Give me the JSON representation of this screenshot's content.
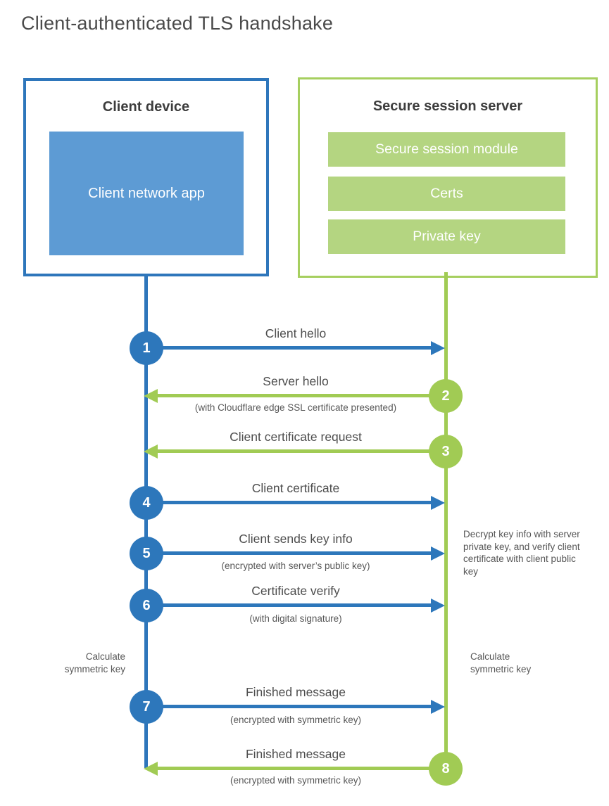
{
  "title": "Client-authenticated TLS handshake",
  "colors": {
    "blue_primary": "#2d77bb",
    "blue_fill": "#5d9bd4",
    "green_primary": "#a1cb54",
    "green_fill": "#b4d581",
    "green_border": "#a6cf5f",
    "text_dark": "#3d3d3d",
    "text_gray": "#4d4d4d"
  },
  "client": {
    "title": "Client device",
    "app_label": "Client network app"
  },
  "server": {
    "title": "Secure session server",
    "modules": [
      "Secure session module",
      "Certs",
      "Private key"
    ]
  },
  "steps": [
    {
      "num": "1",
      "actor": "client",
      "direction": "to-server",
      "label": "Client hello",
      "sub": ""
    },
    {
      "num": "2",
      "actor": "server",
      "direction": "to-client",
      "label": "Server hello",
      "sub": "(with Cloudflare edge SSL certificate presented)"
    },
    {
      "num": "3",
      "actor": "server",
      "direction": "to-client",
      "label": "Client certificate request",
      "sub": ""
    },
    {
      "num": "4",
      "actor": "client",
      "direction": "to-server",
      "label": "Client certificate",
      "sub": ""
    },
    {
      "num": "5",
      "actor": "client",
      "direction": "to-server",
      "label": "Client sends key info",
      "sub": "(encrypted with server’s public key)"
    },
    {
      "num": "6",
      "actor": "client",
      "direction": "to-server",
      "label": "Certificate verify",
      "sub": "(with digital signature)"
    },
    {
      "num": "7",
      "actor": "client",
      "direction": "to-server",
      "label": "Finished message",
      "sub": "(encrypted with symmetric key)"
    },
    {
      "num": "8",
      "actor": "server",
      "direction": "to-client",
      "label": "Finished message",
      "sub": "(encrypted with symmetric key)"
    }
  ],
  "notes": {
    "decrypt": "Decrypt key info with server private key, and verify client certificate with client public key",
    "calc_left": "Calculate symmetric key",
    "calc_right": "Calculate symmetric key"
  }
}
